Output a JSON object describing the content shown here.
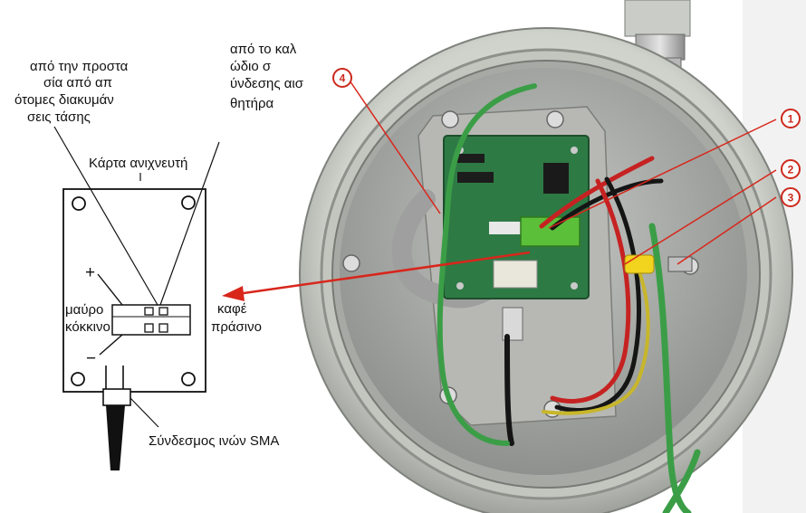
{
  "labels": {
    "surge_line1": "από την προστα",
    "surge_line2": "σία από απ",
    "surge_line3": "ότομες διακυμάν",
    "surge_line4": "σεις τάσης",
    "sensor_line1": "από το καλ",
    "sensor_line2": "ώδιο σ",
    "sensor_line3": "ύνδεσης αισ",
    "sensor_line4": "θητήρα",
    "card_title": "Κάρτα ανιχνευτή",
    "plus": "+",
    "minus": "−",
    "black": "μαύρο",
    "red": "κόκκινο",
    "brown": "καφέ",
    "green": "πράσινο",
    "sma": "Σύνδεσμος ινών SMA"
  },
  "callouts": [
    "1",
    "2",
    "3",
    "4"
  ],
  "colors": {
    "callout": "#cc2a1c",
    "arrow": "#d8261b",
    "housing": "#d3d6cf",
    "pcb": "#2e7a45",
    "wire_green": "#3b9e47",
    "wire_red": "#c62222",
    "wire_black": "#151515"
  }
}
